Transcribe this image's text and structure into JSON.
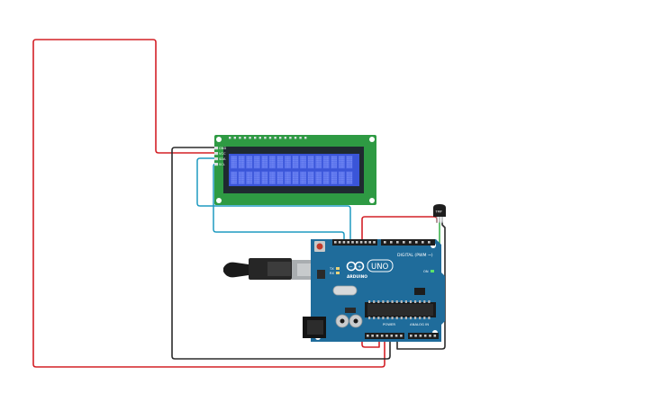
{
  "colors": {
    "background": "#ffffff",
    "wire_red": "#d32027",
    "wire_black": "#2b2b2b",
    "wire_teal": "#1f9ac0",
    "wire_green": "#3fb34f",
    "lcd_board": "#2e9a43",
    "lcd_bezel": "#1f2a30",
    "lcd_screen": "#3a55d8",
    "arduino_board": "#1f6c9b",
    "sensor_body": "#1e1e1e"
  },
  "lcd": {
    "pin_labels": [
      "GND",
      "VCC",
      "SDA",
      "SCL"
    ],
    "rows": 2,
    "cols": 16
  },
  "arduino": {
    "brand_text": "ARDUINO",
    "model_text": "UNO",
    "digital_label": "DIGITAL (PWM ~)",
    "analog_label": "ANALOG IN",
    "power_label": "POWER",
    "on_label": "ON",
    "tx_label": "TX",
    "rx_label": "RX"
  },
  "sensor": {
    "label": "TMP"
  }
}
